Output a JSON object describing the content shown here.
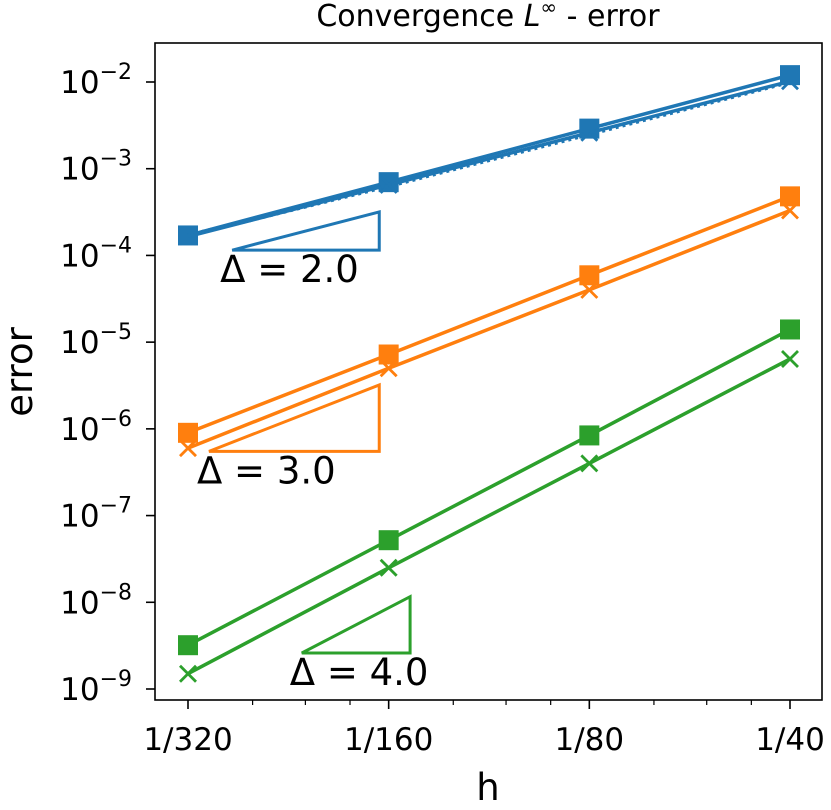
{
  "chart_data": {
    "type": "line",
    "title_prefix": "Convergence ",
    "title_math": "L",
    "title_sup": "∞",
    "title_suffix": " - error",
    "xlabel": "h",
    "ylabel": "error",
    "x_scale": "log2",
    "y_scale": "log10",
    "x_ticks": [
      {
        "value": 0.003125,
        "label": "1/320"
      },
      {
        "value": 0.00625,
        "label": "1/160"
      },
      {
        "value": 0.0125,
        "label": "1/80"
      },
      {
        "value": 0.025,
        "label": "1/40"
      }
    ],
    "y_ticks": [
      {
        "value": 1e-09,
        "base": "10",
        "exp": "−9"
      },
      {
        "value": 1e-08,
        "base": "10",
        "exp": "−8"
      },
      {
        "value": 1e-07,
        "base": "10",
        "exp": "−7"
      },
      {
        "value": 1e-06,
        "base": "10",
        "exp": "−6"
      },
      {
        "value": 1e-05,
        "base": "10",
        "exp": "−5"
      },
      {
        "value": 0.0001,
        "base": "10",
        "exp": "−4"
      },
      {
        "value": 0.001,
        "base": "10",
        "exp": "−3"
      },
      {
        "value": 0.01,
        "base": "10",
        "exp": "−2"
      }
    ],
    "grid": false,
    "x": [
      0.003125,
      0.00625,
      0.0125,
      0.025
    ],
    "series": [
      {
        "color": "#1f77b4",
        "marker": "square",
        "style": "solid",
        "values": [
          0.00017,
          0.0007,
          0.0029,
          0.012
        ]
      },
      {
        "color": "#1f77b4",
        "marker": "x",
        "style": "solid",
        "values": [
          0.000165,
          0.00065,
          0.0026,
          0.0102
        ]
      },
      {
        "color": "#1f77b4",
        "marker": "none",
        "style": "dotted",
        "values": [
          0.00017,
          0.00063,
          0.0025,
          0.01
        ]
      },
      {
        "color": "#ff7f0e",
        "marker": "square",
        "style": "solid",
        "values": [
          9e-07,
          7.2e-06,
          5.9e-05,
          0.00048
        ]
      },
      {
        "color": "#ff7f0e",
        "marker": "x",
        "style": "solid",
        "values": [
          6e-07,
          5e-06,
          4e-05,
          0.00033
        ]
      },
      {
        "color": "#2ca02c",
        "marker": "square",
        "style": "solid",
        "values": [
          3.2e-09,
          5.2e-08,
          8.4e-07,
          1.4e-05
        ]
      },
      {
        "color": "#2ca02c",
        "marker": "x",
        "style": "solid",
        "values": [
          1.5e-09,
          2.5e-08,
          4e-07,
          6.4e-06
        ]
      }
    ],
    "slope_triangles": [
      {
        "color": "#1f77b4",
        "label": "Δ = 2.0",
        "x0": 0.00364,
        "x1": 0.00605,
        "y0": 0.000115,
        "slope": 2.0
      },
      {
        "color": "#ff7f0e",
        "label": "Δ = 3.0",
        "x0": 0.00336,
        "x1": 0.00605,
        "y0": 5.5e-07,
        "slope": 3.0
      },
      {
        "color": "#2ca02c",
        "label": "Δ = 4.0",
        "x0": 0.00463,
        "x1": 0.00673,
        "y0": 2.6e-09,
        "slope": 4.0
      }
    ]
  }
}
